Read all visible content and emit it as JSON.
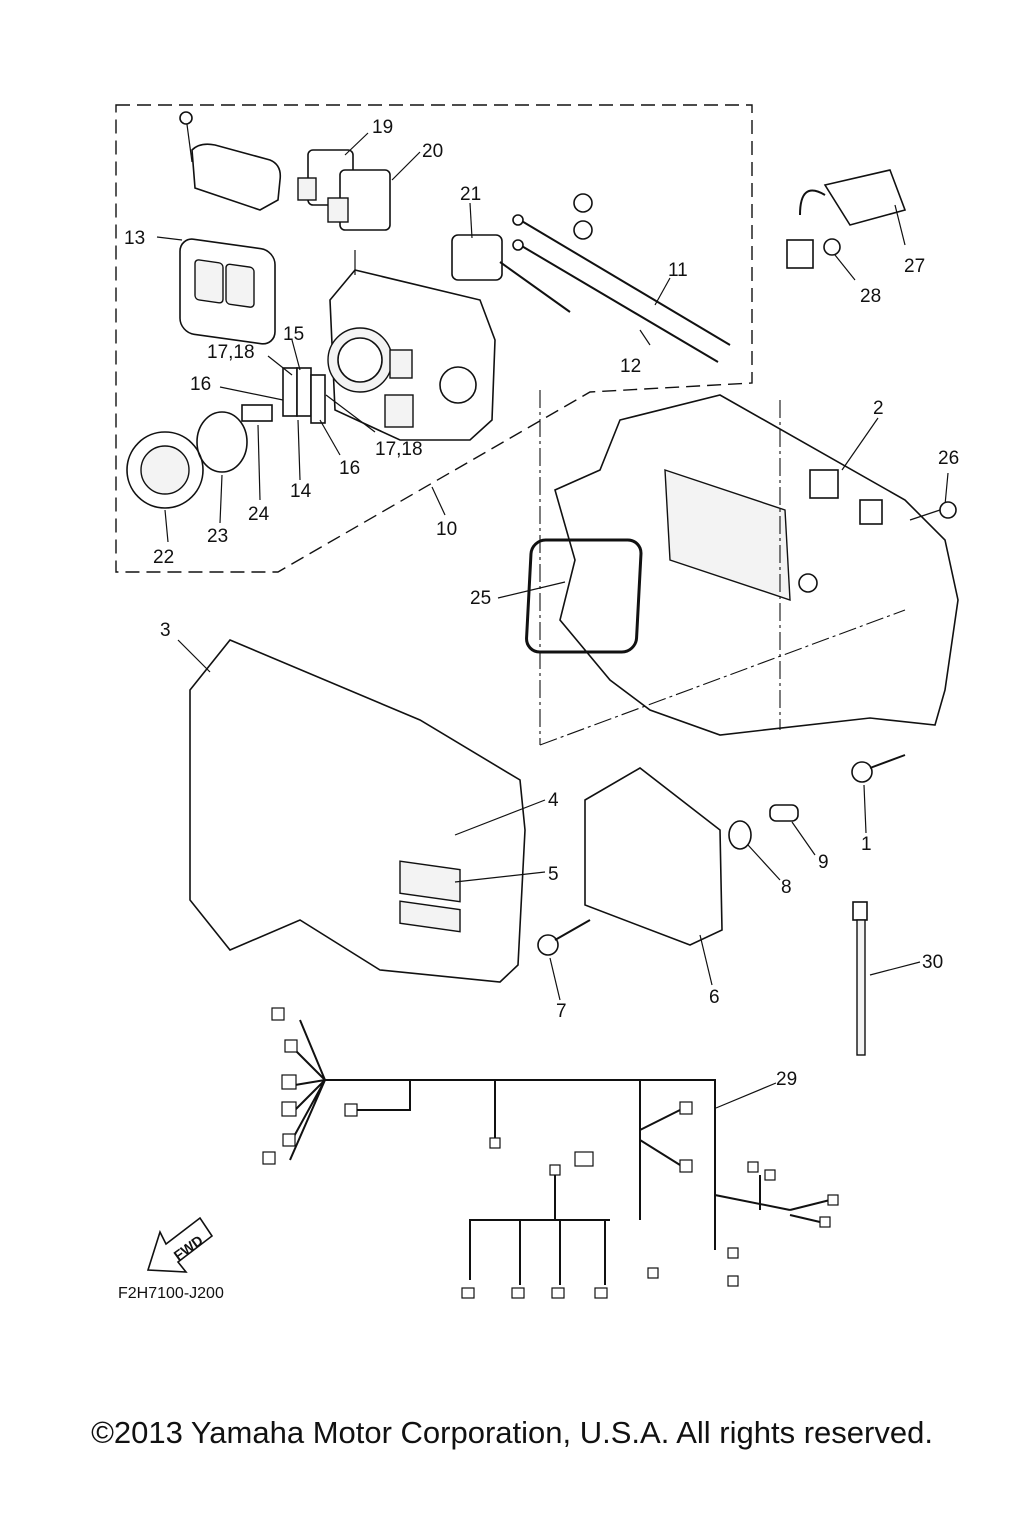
{
  "callouts": [
    "1",
    "2",
    "3",
    "4",
    "5",
    "6",
    "7",
    "8",
    "9",
    "10",
    "11",
    "12",
    "13",
    "14",
    "15",
    "16",
    "16",
    "17,18",
    "17,18",
    "19",
    "20",
    "21",
    "22",
    "23",
    "24",
    "25",
    "26",
    "27",
    "28",
    "29",
    "30"
  ],
  "drawing_code": "F2H7100-J200",
  "fwd_label": "FWD",
  "copyright": "©2013 Yamaha Motor Corporation, U.S.A. All rights reserved."
}
